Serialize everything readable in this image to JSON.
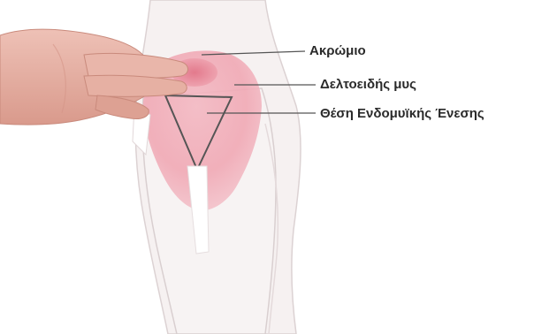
{
  "labels": {
    "acromion": "Ακρώμιο",
    "deltoid_muscle": "Δελτοειδής μυς",
    "injection_site": "Θέση Ενδομυϊκής Ένεσης"
  },
  "colors": {
    "skin": "#f7f2f2",
    "outline": "#d9cfd0",
    "deltoid": "#f0a8b4",
    "acromion_highlight": "#e88595",
    "hand": "#e8b3a8",
    "hand_shadow": "#d39487",
    "triangle_stroke": "#555555",
    "leader_line": "#555555",
    "label_text": "#2a2a2a"
  }
}
